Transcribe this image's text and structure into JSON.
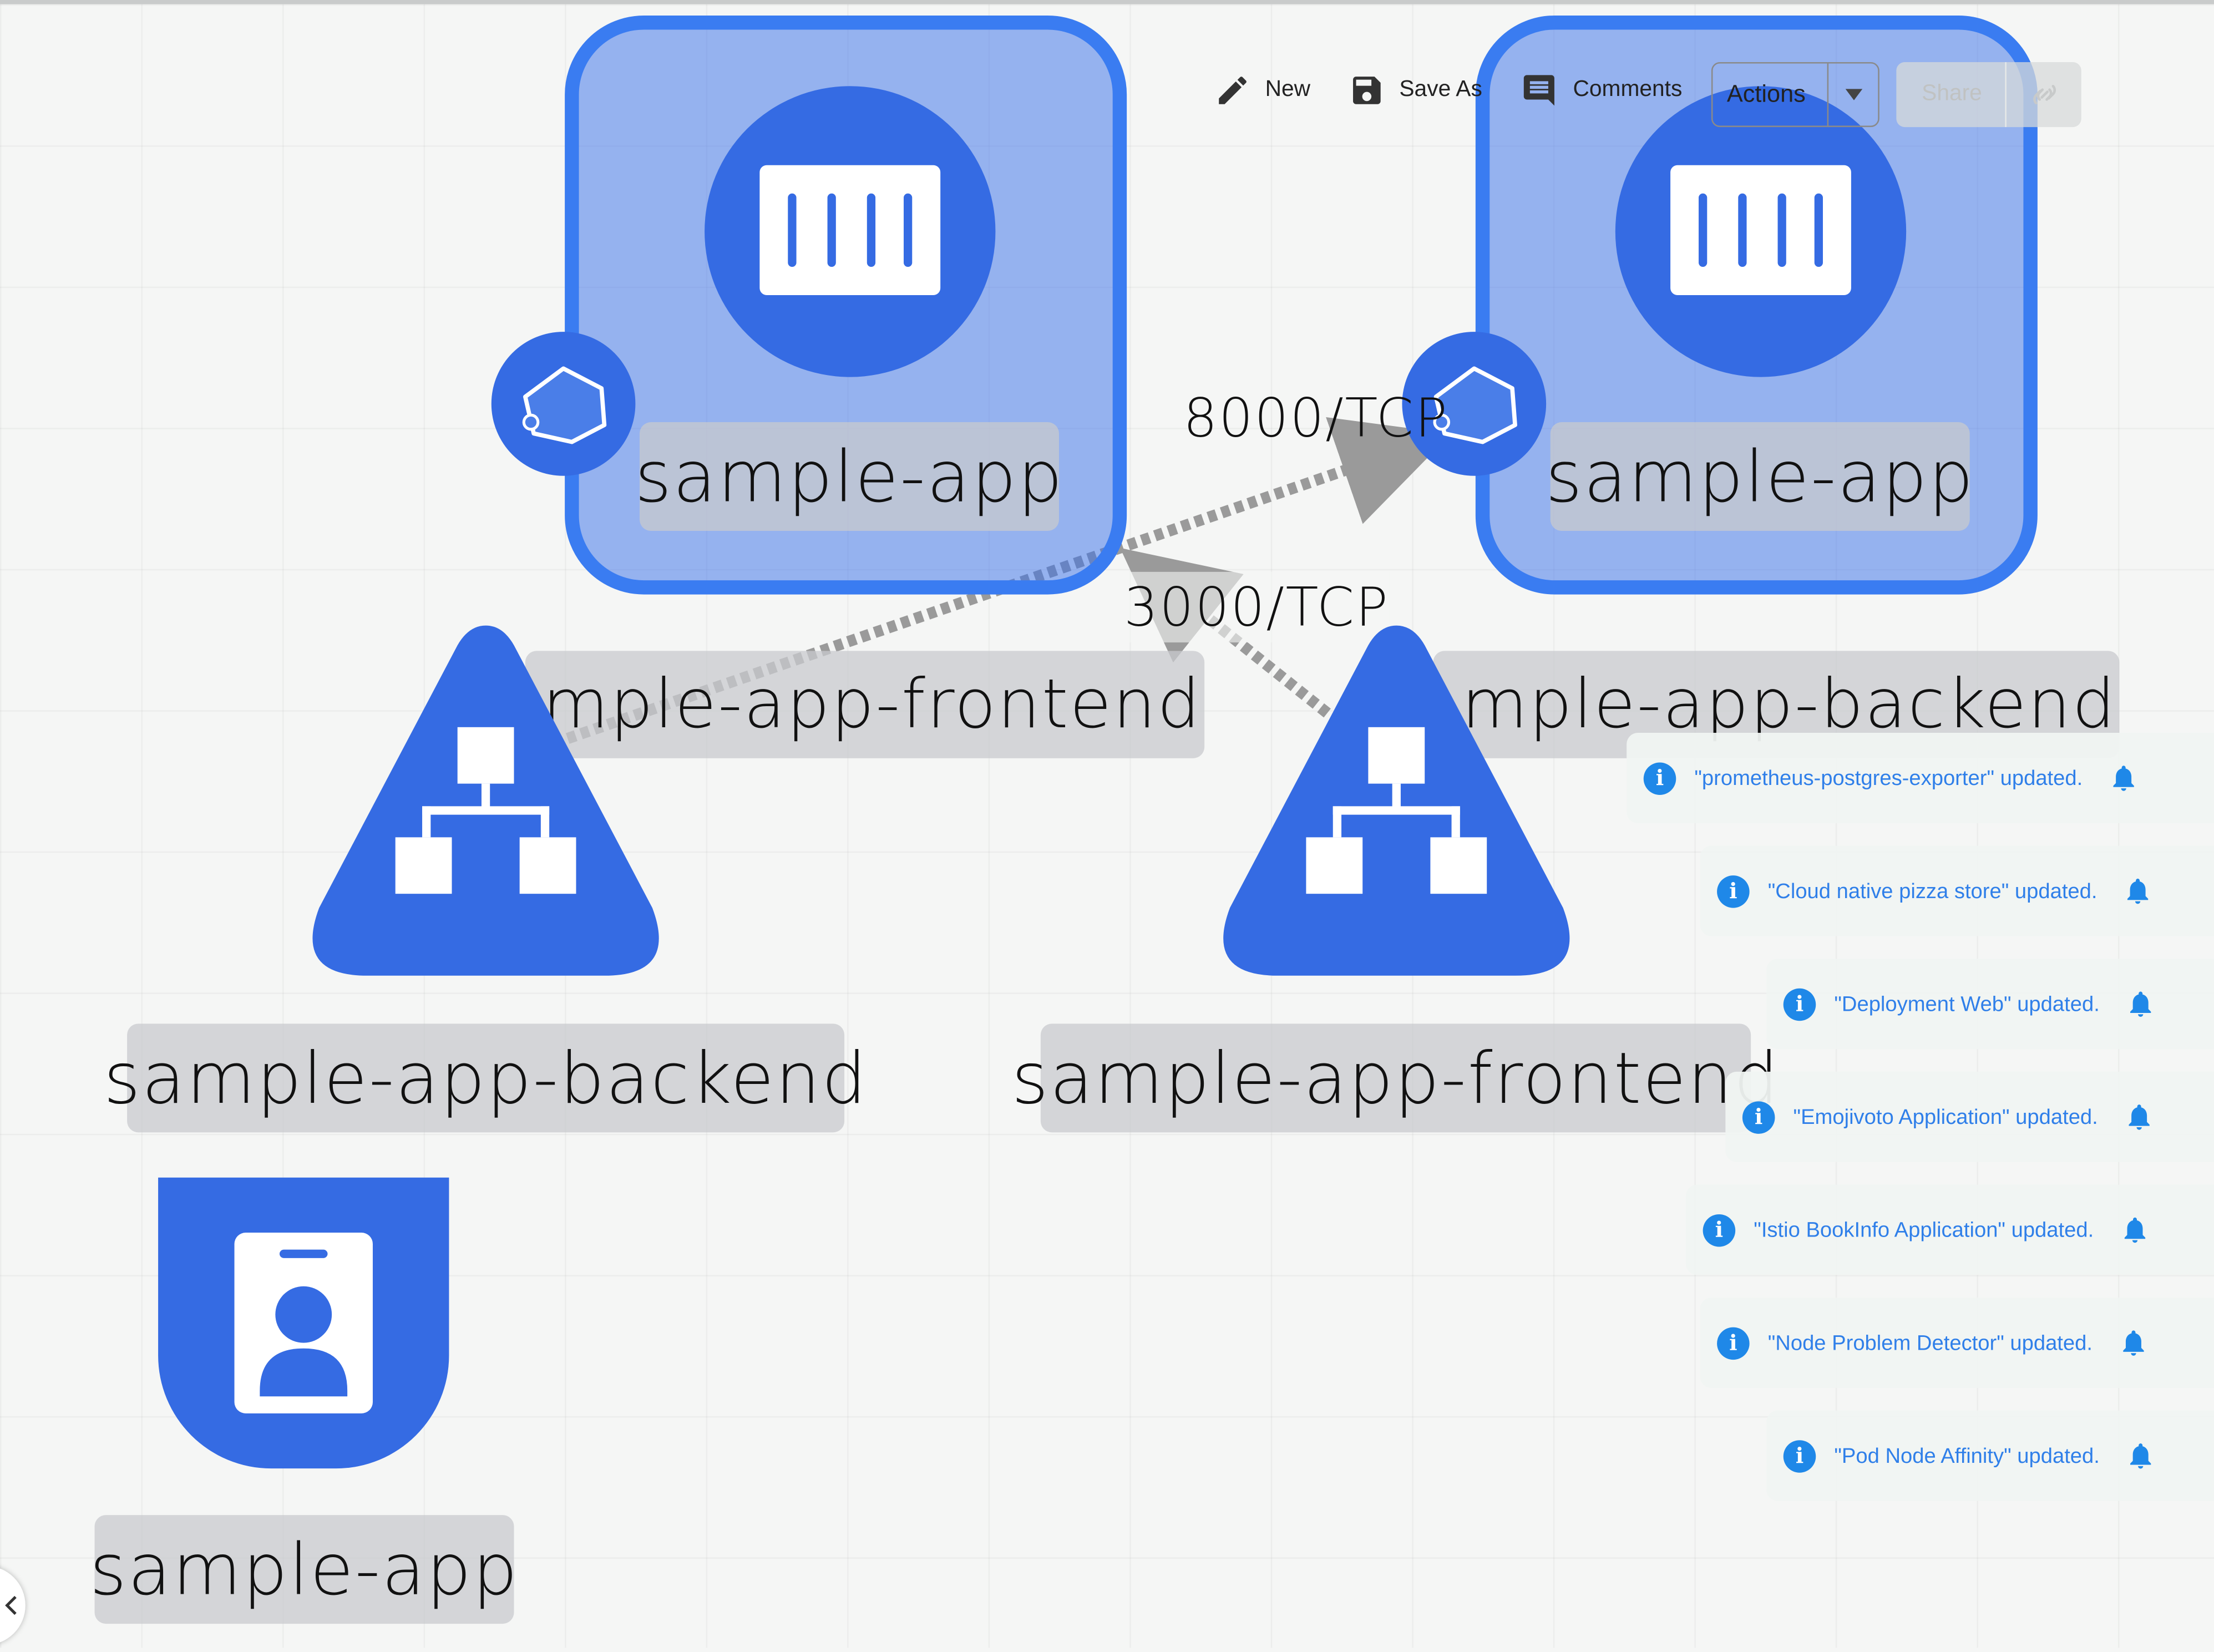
{
  "toolbar": {
    "new_label": "New",
    "save_as_label": "Save As",
    "comments_label": "Comments",
    "actions_label": "Actions",
    "share_label": "Share"
  },
  "canvas": {
    "deployment_left_label": "sample-app",
    "deployment_right_label": "sample-app",
    "service_left_label": "sample-app-backend",
    "service_right_label": "sample-app-frontend",
    "deployment_left_sublabel": "sample-app-frontend",
    "deployment_right_sublabel": "sample-app-backend",
    "serviceaccount_label": "sample-app",
    "edge_label_8000": "8000/TCP",
    "edge_label_3000": "3000/TCP"
  },
  "notifications": [
    {
      "text": "\"prometheus-postgres-exporter\" updated."
    },
    {
      "text": "\"Cloud native pizza store\" updated."
    },
    {
      "text": "\"Deployment Web\" updated."
    },
    {
      "text": "\"Emojivoto Application\" updated."
    },
    {
      "text": "\"Istio BookInfo Application\" updated."
    },
    {
      "text": "\"Node Problem Detector\" updated."
    },
    {
      "text": "\"Pod Node Affinity\" updated."
    }
  ],
  "colors": {
    "node_blue": "#356be3",
    "node_border": "#3a7cf1",
    "notification_text": "#2f7fe9"
  },
  "icons": {
    "new": "pencil-icon",
    "save_as": "floppy-disk-icon",
    "comments": "comment-icon",
    "actions_dropdown": "caret-down-icon",
    "share_link": "link-icon",
    "notification_info": "info-icon",
    "notification_bell": "bell-icon",
    "collapse": "chevron-left-icon"
  }
}
